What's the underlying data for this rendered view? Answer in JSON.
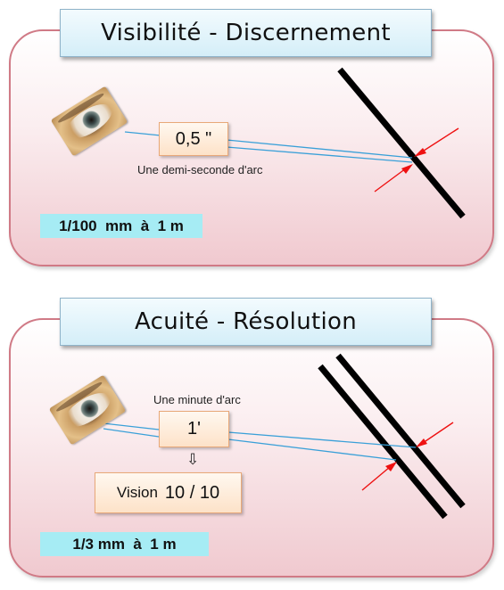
{
  "top": {
    "title": "Visibilité - Discernement",
    "angle_value": "0,5 \"",
    "angle_caption": "Une demi-seconde d'arc",
    "measure": "1/100  mm  à  1 m"
  },
  "bottom": {
    "title": "Acuité - Résolution",
    "angle_caption": "Une minute d'arc",
    "angle_value": "1'",
    "arrow_glyph": "⇩",
    "vision_label": "Vision",
    "vision_value": "10 / 10",
    "measure": "1/3 mm  à  1 m"
  },
  "colors": {
    "ray": "#3aa0d8",
    "pointer": "#ee1111",
    "line": "#000000"
  }
}
